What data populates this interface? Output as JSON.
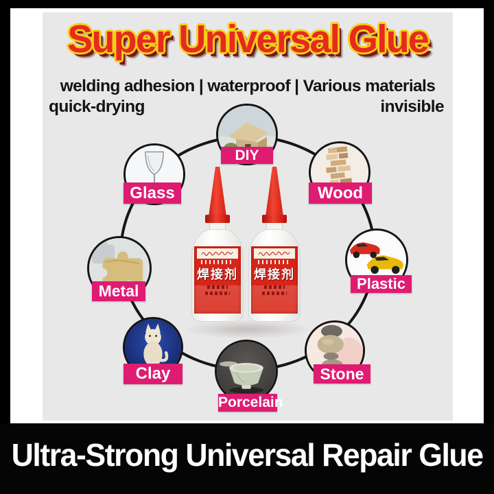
{
  "theme": {
    "panel_bg": "#e8e8e8",
    "frame_black": "#000000",
    "accent_pink": "#de1c72",
    "title_red": "#e62b1e",
    "title_outline_yellow": "#f6cf1a",
    "banner_bg": "#050505",
    "banner_text": "#ffffff",
    "bottle_cap_red": "#e03122",
    "bottle_label_red": "#d8251a"
  },
  "header": {
    "title": "Super Universal Glue",
    "features_line1": "welding adhesion | waterproof | Various materials",
    "feature_bottom_left": "quick-drying",
    "feature_bottom_right": "invisible"
  },
  "product": {
    "bottle_label_title": "焊接剂",
    "bottle_count": 2,
    "bottle_alt": "white glue bottle with red cap and red label"
  },
  "diagram": {
    "nodes": [
      {
        "id": "diy",
        "label": "DIY",
        "photo_alt": "cardboard model house"
      },
      {
        "id": "glass",
        "label": "Glass",
        "photo_alt": "wine glass"
      },
      {
        "id": "wood",
        "label": "Wood",
        "photo_alt": "stacked wooden blocks"
      },
      {
        "id": "metal",
        "label": "Metal",
        "photo_alt": "metal puzzle pieces"
      },
      {
        "id": "plastic",
        "label": "Plastic",
        "photo_alt": "red and yellow toy cars"
      },
      {
        "id": "clay",
        "label": "Clay",
        "photo_alt": "clay cat figurine"
      },
      {
        "id": "stone",
        "label": "Stone",
        "photo_alt": "stacked stones"
      },
      {
        "id": "porcelain",
        "label": "Porcelain",
        "photo_alt": "ceramic bowl"
      }
    ]
  },
  "footer": {
    "banner": "Ultra-Strong Universal Repair Glue"
  }
}
